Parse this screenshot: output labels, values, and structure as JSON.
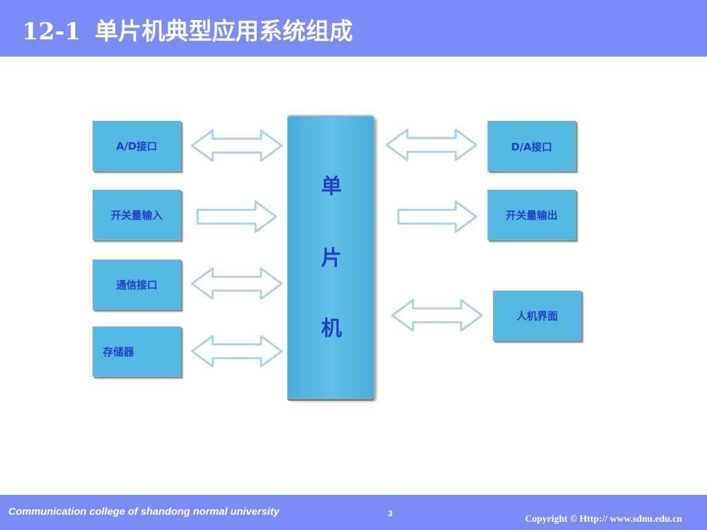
{
  "header": {
    "number": "12-1",
    "title": "单片机典型应用系统组成"
  },
  "diagram": {
    "center": {
      "chars": [
        "单",
        "片",
        "机"
      ]
    },
    "left_blocks": [
      {
        "label": "A/D接口",
        "link": "bidirectional"
      },
      {
        "label": "开关量输入",
        "link": "to-center"
      },
      {
        "label": "通信接口",
        "link": "bidirectional"
      },
      {
        "label": "存储器",
        "link": "bidirectional"
      }
    ],
    "right_blocks": [
      {
        "label": "D/A接口",
        "link": "bidirectional"
      },
      {
        "label": "开关量输出",
        "link": "from-center"
      },
      {
        "label": "人机界面",
        "link": "bidirectional"
      }
    ],
    "colors": {
      "header_footer": "#7a8cf5",
      "block_fill": "#55b8e3",
      "block_text": "#1f3fc8",
      "arrow_stroke": "#a9d0ee"
    }
  },
  "footer": {
    "institution": "Communication college of shandong normal university",
    "page": "3",
    "copyright": "Copyright © Http:// www.sdnu.edu.cn"
  }
}
